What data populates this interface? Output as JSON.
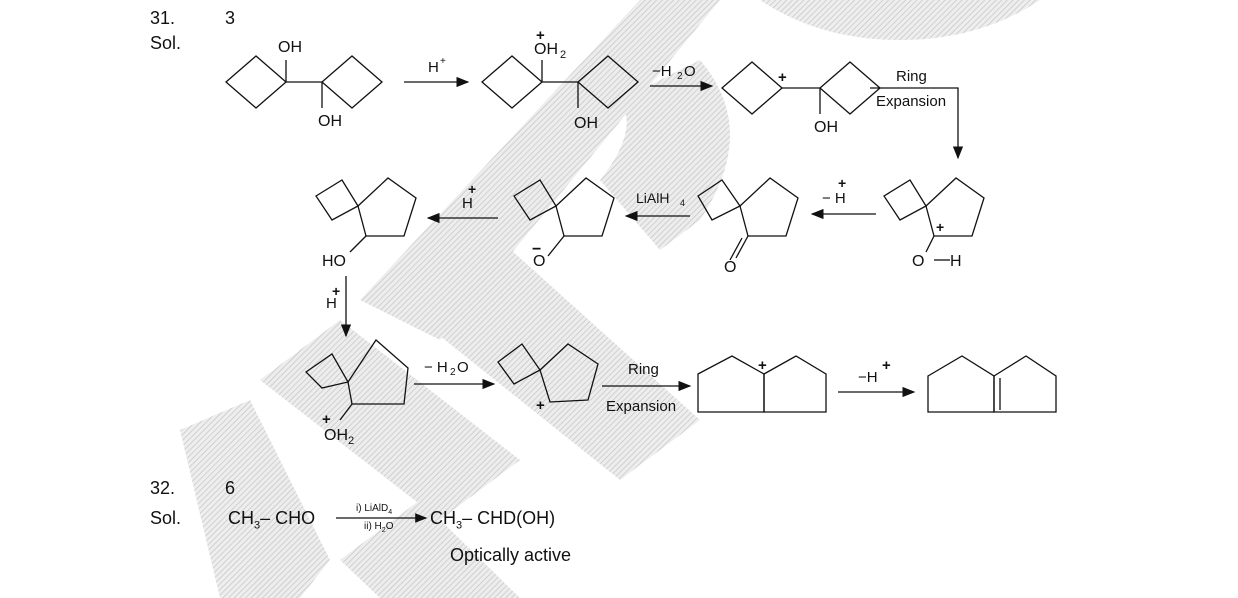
{
  "q31": {
    "number": "31.",
    "answer": "3",
    "sol_label": "Sol.",
    "labels": {
      "oh": "OH",
      "o": "O",
      "h": "H",
      "ho": "HO",
      "h_sub2": "2",
      "h_sub4": "4",
      "plus": "+",
      "minus": "−",
      "h_plus_reagent": "H",
      "minus_h2o": "−H",
      "minus_h2o_tail": "O",
      "ring": "Ring",
      "expansion": "Expansion",
      "lialh": "LiAlH",
      "minus_h": "− H",
      "minus_h2o_spaced": "− H",
      "minus_h_final": "−H"
    }
  },
  "q32": {
    "number": "32.",
    "answer": "6",
    "sol_label": "Sol.",
    "reactant": "CH",
    "reactant_sub": "3",
    "reactant_tail": "– CHO",
    "reagent_top": "i) LiAlD",
    "reagent_top_sub": "4",
    "reagent_bottom": "ii) H",
    "reagent_bottom_sub": "2",
    "reagent_bottom_tail": "O",
    "product": "CH",
    "product_sub": "3",
    "product_tail": "– CHD(OH)",
    "note": "Optically active"
  },
  "colors": {
    "ink": "#111111",
    "watermark": "#c8c8c8"
  }
}
